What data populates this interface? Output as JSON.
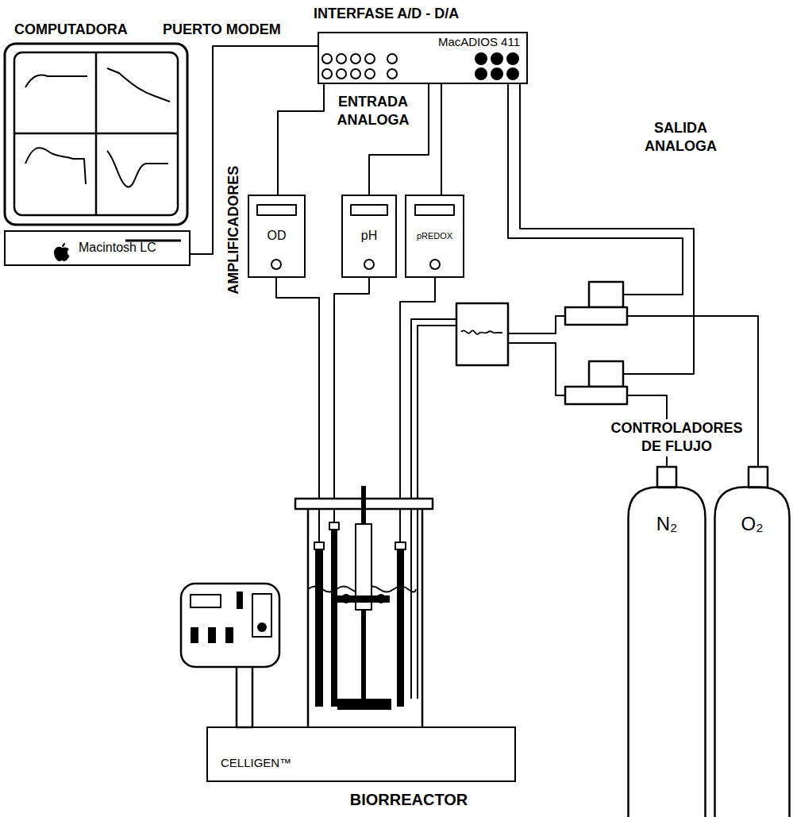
{
  "diagram": {
    "nodes": [
      {
        "text": [
          "Macintosh LC"
        ]
      },
      {
        "text": [
          "MacADIOS 411"
        ]
      },
      {
        "text": [
          "OD"
        ]
      },
      {
        "text": [
          "pH"
        ]
      },
      {
        "text": [
          "pREDOX"
        ]
      },
      {
        "text": [
          "CELLIGEN™"
        ]
      },
      {
        "text": [
          "N₂"
        ]
      },
      {
        "text": [
          "O₂"
        ]
      }
    ],
    "edges": [
      {
        "from": 0,
        "to": 1,
        "arrow": "none"
      },
      {
        "from": 1,
        "to": 2,
        "arrow": "none"
      },
      {
        "from": 1,
        "to": 3,
        "arrow": "none"
      },
      {
        "from": 1,
        "to": 4,
        "arrow": "none"
      }
    ],
    "labels": [
      "COMPUTADORA",
      "PUERTO MODEM",
      "INTERFASE A/D - D/A",
      "ENTRADA ANALOGA",
      "SALIDA ANALOGA",
      "AMPLIFICADORES",
      "CONTROLADORES DE FLUJO",
      "BIORREACTOR"
    ]
  }
}
